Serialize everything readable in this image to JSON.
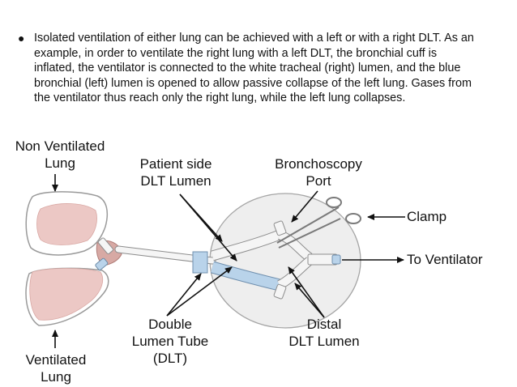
{
  "slide": {
    "bullet_symbol": "●",
    "bullet_text": "Isolated ventilation of either lung can be achieved with a left or with a right DLT. As an example, in order to ventilate the right lung with a left DLT, the bronchial cuff is inflated, the ventilator is connected to the white tracheal (right) lumen, and the blue bronchial (left) lumen is opened to allow passive collapse of the left lung. Gases from the ventilator thus reach only the right lung, while the left lung collapses."
  },
  "diagram": {
    "labels": {
      "non_ventilated_line1": "Non Ventilated",
      "non_ventilated_line2": "Lung",
      "patient_side_line1": "Patient side",
      "patient_side_line2": "DLT Lumen",
      "bronchoscopy_line1": "Bronchoscopy",
      "bronchoscopy_line2": "Port",
      "clamp": "Clamp",
      "to_ventilator": "To Ventilator",
      "double_lumen_line1": "Double",
      "double_lumen_line2": "Lumen Tube",
      "double_lumen_line3": "(DLT)",
      "distal_line1": "Distal",
      "distal_line2": "DLT Lumen",
      "ventilated_line1": "Ventilated",
      "ventilated_line2": "Lung"
    },
    "colors": {
      "lung_fill": "#ecc8c5",
      "lung_outline": "#9a9a9a",
      "bubble_fill": "#eeeeee",
      "blue_lumen": "#b9d3ea",
      "white_lumen": "#f5f5f5",
      "arrow": "#111111"
    }
  }
}
